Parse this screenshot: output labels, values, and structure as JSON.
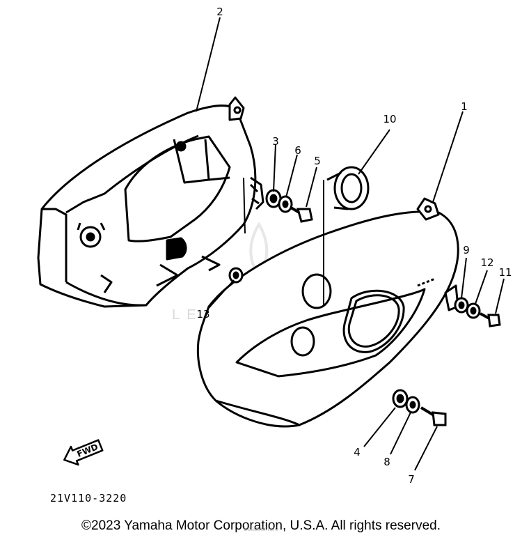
{
  "diagram": {
    "part_code": "21V110-3220",
    "direction_label": "FWD",
    "callouts": [
      {
        "id": "c1",
        "label": "1"
      },
      {
        "id": "c2",
        "label": "2"
      },
      {
        "id": "c3",
        "label": "3"
      },
      {
        "id": "c4",
        "label": "4"
      },
      {
        "id": "c5",
        "label": "5"
      },
      {
        "id": "c6",
        "label": "6"
      },
      {
        "id": "c7",
        "label": "7"
      },
      {
        "id": "c8",
        "label": "8"
      },
      {
        "id": "c9",
        "label": "9"
      },
      {
        "id": "c10",
        "label": "10"
      },
      {
        "id": "c11",
        "label": "11"
      },
      {
        "id": "c12",
        "label": "12"
      },
      {
        "id": "c13",
        "label": "13"
      }
    ]
  },
  "watermark": {
    "text": "LEADVENTURE",
    "subtext": "Leadventure"
  },
  "footer": {
    "copyright": "©2023 Yamaha Motor Corporation, U.S.A. All rights reserved."
  },
  "colors": {
    "line": "#000000",
    "background": "#ffffff",
    "watermark": "#d9d9d9"
  }
}
